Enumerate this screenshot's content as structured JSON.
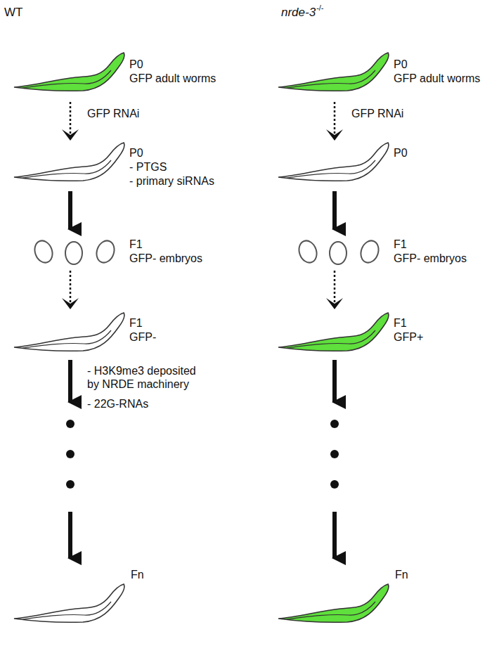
{
  "diagram": {
    "labels": [
      "WT",
      "nrde-3",
      "-/-",
      "P0",
      "GFP adult worms",
      "P0",
      "GFP adult worms",
      "GFP RNAi",
      "GFP RNAi",
      "P0",
      "- PTGS",
      "- primary siRNAs",
      "P0",
      "F1",
      "GFP- embryos",
      "F1",
      "GFP- embryos",
      "F1",
      "GFP-",
      "F1",
      "GFP+",
      "- H3K9me3 deposited by NRDE machinery",
      "- 22G-RNAs",
      "Fn",
      "Fn"
    ]
  }
}
